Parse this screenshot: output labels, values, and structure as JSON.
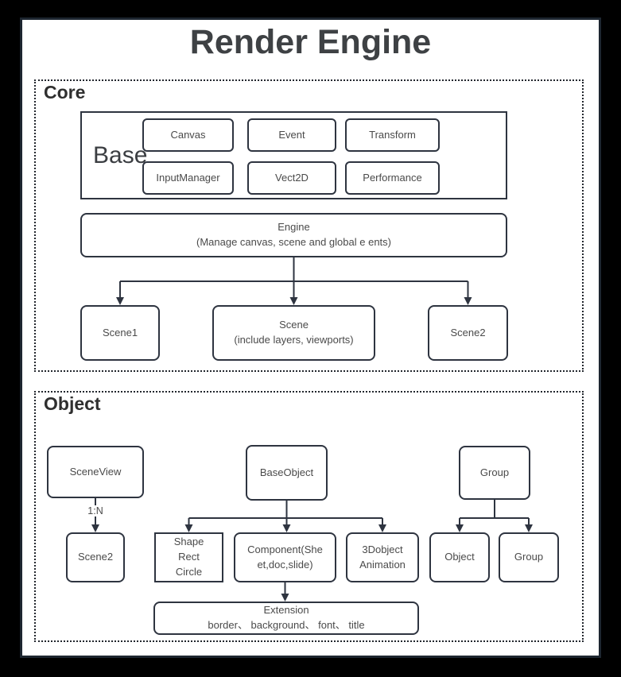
{
  "title": "Render Engine",
  "core": {
    "label": "Core",
    "base": {
      "label": "Base",
      "modules": [
        "Canvas",
        "Event",
        "Transform",
        "InputManager",
        "Vect2D",
        "Performance"
      ]
    },
    "engine": {
      "name": "Engine",
      "desc": "(Manage canvas, scene and global e ents)"
    },
    "scene1": "Scene1",
    "scene": {
      "name": "Scene",
      "desc": "(include layers, viewports)"
    },
    "scene2": "Scene2"
  },
  "object": {
    "label": "Object",
    "scene_view": "SceneView",
    "relation": "1:N",
    "scene2": "Scene2",
    "base_object": "BaseObject",
    "group": "Group",
    "shape_lines": [
      "Shape",
      "Rect",
      "Circle"
    ],
    "component_lines": [
      "Component(She",
      "et,doc,slide)"
    ],
    "object3d_lines": [
      "3Dobject",
      "Animation"
    ],
    "object_child": "Object",
    "group_child": "Group",
    "extension": {
      "name": "Extension",
      "desc": "border、 background、 font、 title"
    }
  },
  "colors": {
    "wire": "#2e3440",
    "node_border": "#2e3440",
    "node_text": "#4a4a4a",
    "heading": "#2f2f2f",
    "page_background": "#ffffff",
    "outer_background": "#000000"
  }
}
